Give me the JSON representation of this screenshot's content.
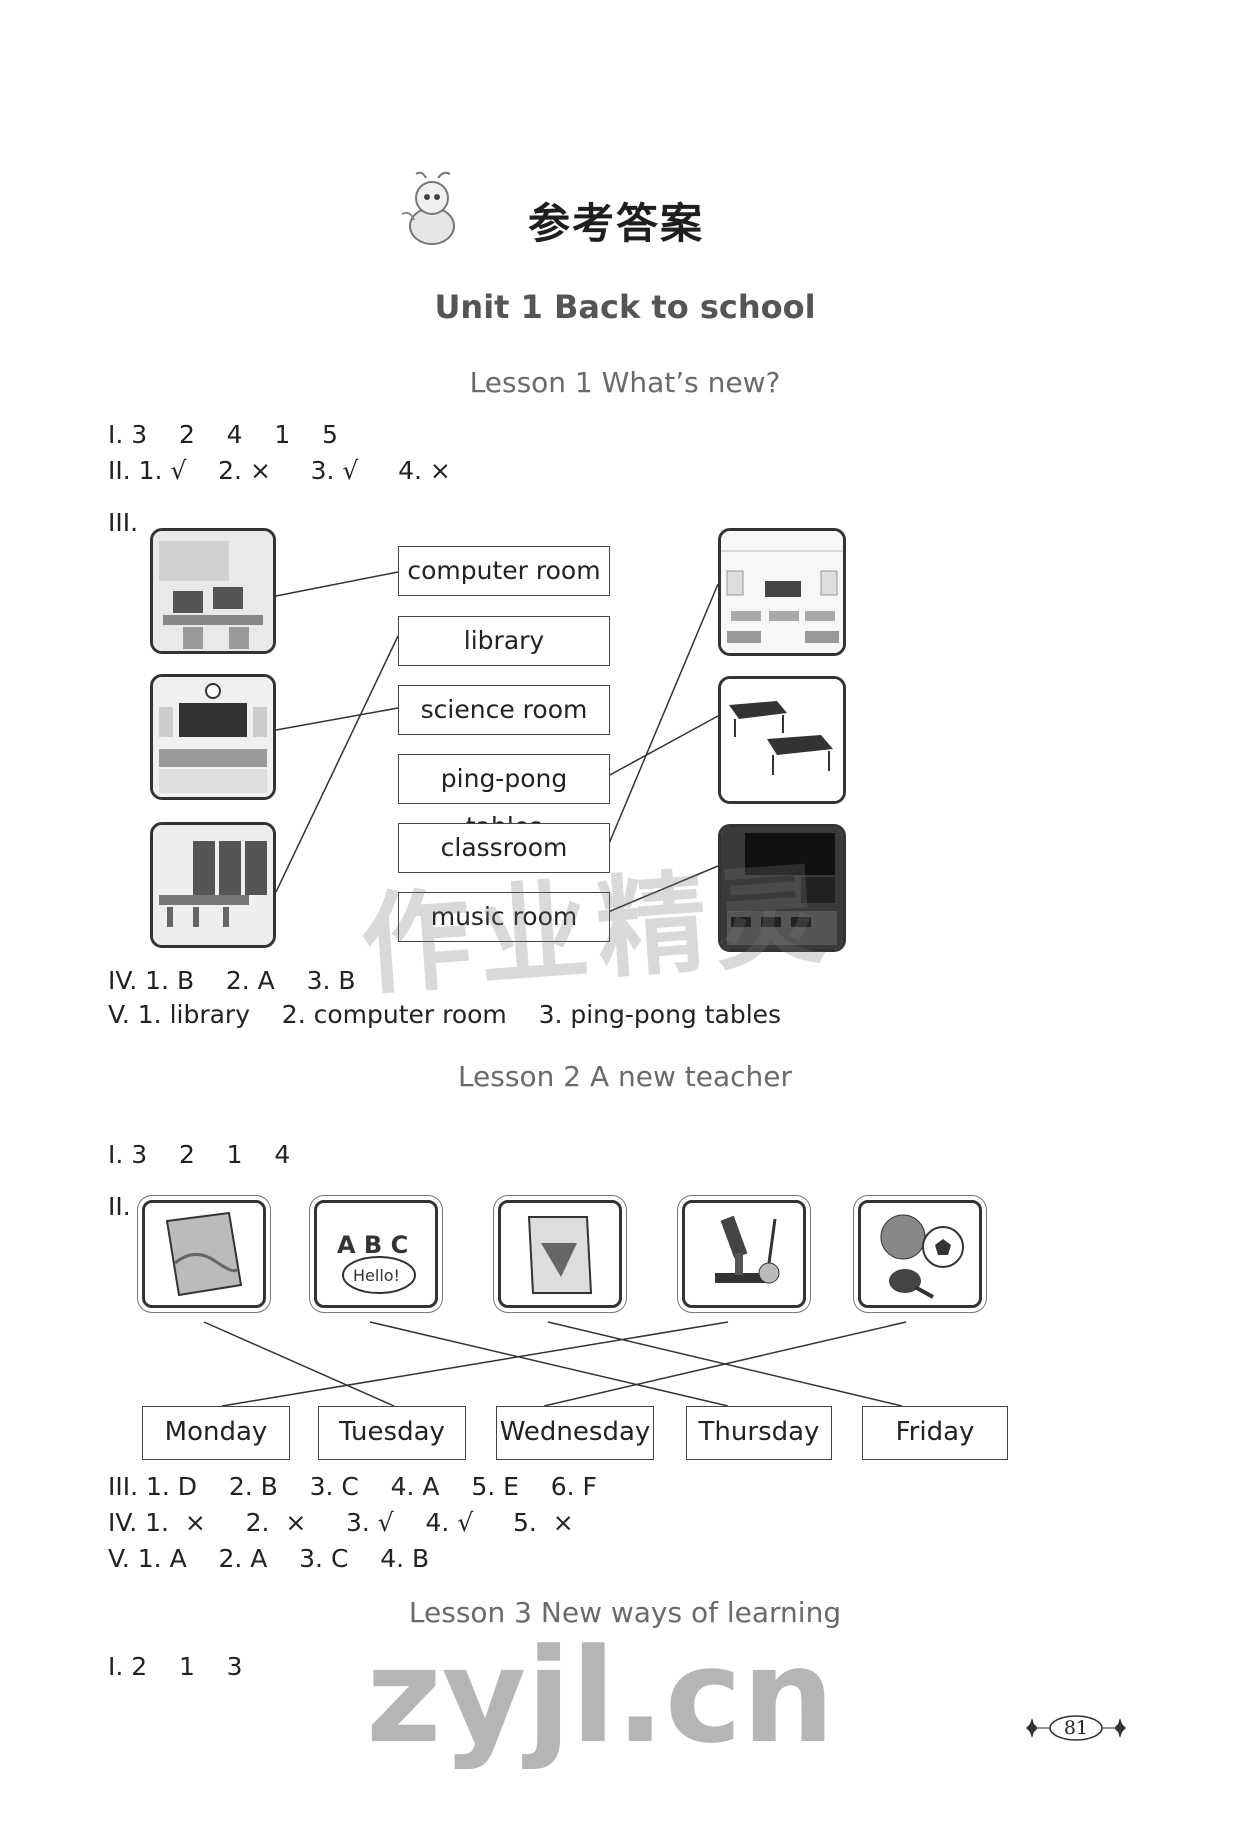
{
  "header": {
    "title": "参考答案",
    "unit_title": "Unit 1 Back to school"
  },
  "lesson1": {
    "title": "Lesson 1 What’s new?",
    "ans_I": "I. 3    2    4    1    5",
    "ans_II": "II. 1. √    2. ×     3. √     4. ×",
    "label_III": "III.",
    "labels": [
      "computer room",
      "library",
      "science room",
      "ping-pong tables",
      "classroom",
      "music room"
    ],
    "ans_IV": "IV. 1. B    2. A    3. B",
    "ans_V": "V. 1. library    2. computer room    3. ping-pong tables"
  },
  "lesson2": {
    "title": "Lesson 2 A new teacher",
    "ans_I": "I. 3    2    1    4",
    "label_II": "II.",
    "days": [
      "Monday",
      "Tuesday",
      "Wednesday",
      "Thursday",
      "Friday"
    ],
    "pic_text": {
      "letters": "A B C",
      "hello": "Hello!"
    },
    "ans_III": "III. 1. D    2. B    3. C    4. A    5. E    6. F",
    "ans_IV": "IV. 1.  ×     2.  ×     3. √    4. √     5.  ×",
    "ans_V": "V. 1. A    2. A    3. C    4. B"
  },
  "lesson3": {
    "title": "Lesson 3 New ways of learning",
    "ans_I": "I. 2    1    3"
  },
  "watermarks": {
    "top": "作业精灵",
    "bottom": "zyjl.cn"
  },
  "page_number": "81"
}
